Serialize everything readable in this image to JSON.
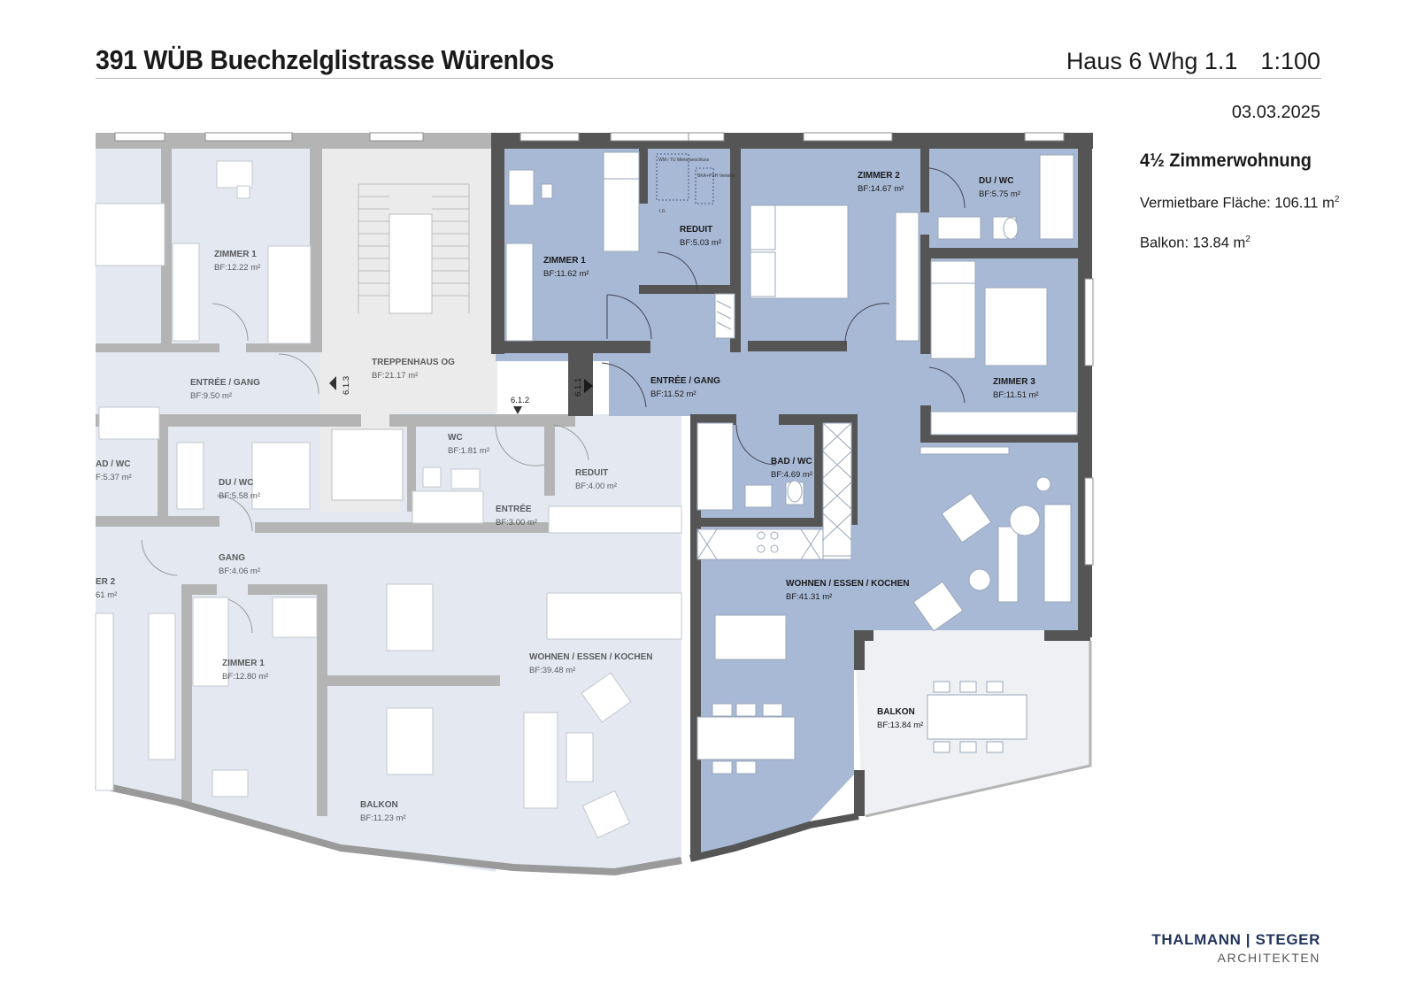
{
  "header": {
    "project": "391  WÜB Buechzelglistrasse Würenlos",
    "unit": "Haus 6 Whg 1.1",
    "scale": "1:100",
    "date": "03.03.2025"
  },
  "summary": {
    "unit_type": "4½ Zimmerwohnung",
    "rentable_area_label": "Vermietbare Fläche: 106.11 m",
    "rentable_area_sup": "2",
    "balcony_label": "Balkon: 13.84 m",
    "balcony_sup": "2"
  },
  "rooms_highlighted": [
    {
      "name": "ZIMMER 1",
      "area": "BF:11.62 m²"
    },
    {
      "name": "REDUIT",
      "area": "BF:5.03 m²"
    },
    {
      "name": "ZIMMER 2",
      "area": "BF:14.67 m²"
    },
    {
      "name": "DU / WC",
      "area": "BF:5.75 m²"
    },
    {
      "name": "ENTRÉE / GANG",
      "area": "BF:11.52 m²"
    },
    {
      "name": "ZIMMER 3",
      "area": "BF:11.51 m²"
    },
    {
      "name": "BAD / WC",
      "area": "BF:4.69 m²"
    },
    {
      "name": "WOHNEN / ESSEN / KOCHEN",
      "area": "BF:41.31 m²"
    },
    {
      "name": "BALKON",
      "area": "BF:13.84 m²"
    }
  ],
  "rooms_other": [
    {
      "name": "ZIMMER 1",
      "area": "BF:12.22 m²"
    },
    {
      "name": "TREPPENHAUS OG",
      "area": "BF:21.17 m²"
    },
    {
      "name": "ENTRÉE / GANG",
      "area": "BF:9.50 m²"
    },
    {
      "name": "AD / WC",
      "area": "F:5.37 m²"
    },
    {
      "name": "DU / WC",
      "area": "BF:5.58 m²"
    },
    {
      "name": "WC",
      "area": "BF:1.81 m²"
    },
    {
      "name": "REDUIT",
      "area": "BF:4.00 m²"
    },
    {
      "name": "ENTRÉE",
      "area": "BF:3.00 m²"
    },
    {
      "name": "GANG",
      "area": "BF:4.06 m²"
    },
    {
      "name": "ER 2",
      "area": "61 m²"
    },
    {
      "name": "ZIMMER 1",
      "area": "BF:12.80 m²"
    },
    {
      "name": "WOHNEN / ESSEN / KOCHEN",
      "area": "BF:39.48 m²"
    },
    {
      "name": "BALKON",
      "area": "BF:11.23 m²"
    }
  ],
  "markers": [
    "6.1.3",
    "6.1.2",
    "6.1.1"
  ],
  "fixture_labels": [
    "WM / TU Mieteranschluss",
    "BKA+PSH Verteiler",
    "LG"
  ],
  "logo": {
    "main": "THALMANN | STEGER",
    "sub": "ARCHITEKTEN"
  },
  "colors": {
    "unit_fill": "#a8b9d5",
    "other_fill": "#e4e9f1",
    "stair_fill": "#ebebeb",
    "wall_dark": "#555555",
    "wall_light": "#b4b4b4",
    "logo": "#24355e"
  }
}
